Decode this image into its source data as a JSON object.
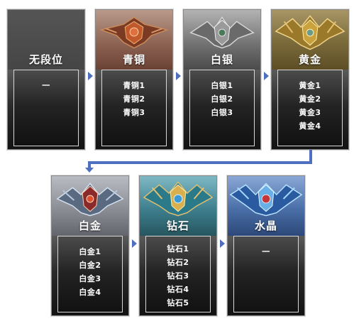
{
  "colors": {
    "arrow": "#4f6fc0",
    "card_border": "#8a8a8a",
    "text": "#ffffff"
  },
  "tiers": [
    {
      "title": "无段位",
      "levels": [
        "一"
      ],
      "emblem": "none"
    },
    {
      "title": "青铜",
      "levels": [
        "青铜1",
        "青铜2",
        "青铜3"
      ],
      "emblem": "bronze-crest-icon"
    },
    {
      "title": "白银",
      "levels": [
        "白银1",
        "白银2",
        "白银3"
      ],
      "emblem": "silver-crest-icon"
    },
    {
      "title": "黄金",
      "levels": [
        "黄金1",
        "黄金2",
        "黄金3",
        "黄金4"
      ],
      "emblem": "gold-crest-icon"
    },
    {
      "title": "白金",
      "levels": [
        "白金1",
        "白金2",
        "白金3",
        "白金4"
      ],
      "emblem": "platinum-crest-icon"
    },
    {
      "title": "钻石",
      "levels": [
        "钻石1",
        "钻石2",
        "钻石3",
        "钻石4",
        "钻石5"
      ],
      "emblem": "diamond-crest-icon"
    },
    {
      "title": "水晶",
      "levels": [
        "一"
      ],
      "emblem": "crystal-crest-icon"
    }
  ]
}
